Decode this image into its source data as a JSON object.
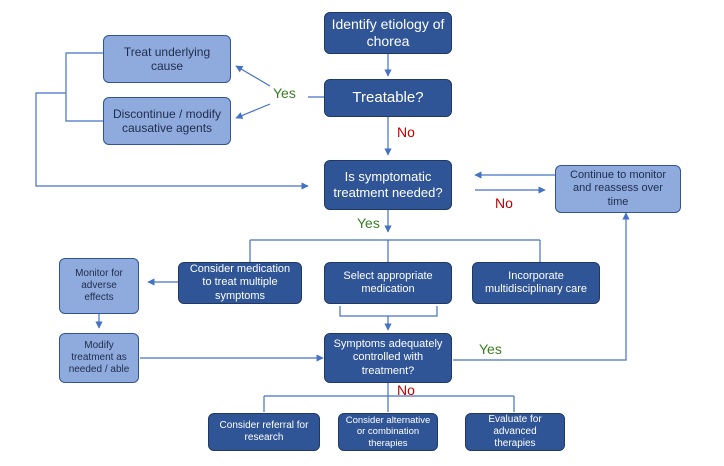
{
  "colors": {
    "dark_box": "#2f5597",
    "light_box": "#8faadc",
    "connector": "#4472c4",
    "yes": "#3a7d22",
    "no": "#c00000"
  },
  "nodes": {
    "identify": "Identify etiology of chorea",
    "treatable": "Treatable?",
    "treat_cause": "Treat underlying cause",
    "discontinue": "Discontinue / modify causative agents",
    "symptomatic": "Is symptomatic treatment needed?",
    "continue_monitor": "Continue to monitor and reassess over time",
    "consider_med": "Consider medication to treat multiple symptoms",
    "select_med": "Select appropriate medication",
    "multidisciplinary": "Incorporate multidisciplinary care",
    "monitor_adverse": "Monitor for adverse effects",
    "modify_treatment": "Modify treatment as needed / able",
    "controlled": "Symptoms adequately controlled with treatment?",
    "referral": "Consider referral for research",
    "alternative": "Consider alternative or combination therapies",
    "advanced": "Evaluate for advanced therapies"
  },
  "edge_labels": {
    "yes_treatable": "Yes",
    "no_treatable": "No",
    "yes_symptomatic": "Yes",
    "no_symptomatic": "No",
    "yes_controlled": "Yes",
    "no_controlled": "No"
  }
}
